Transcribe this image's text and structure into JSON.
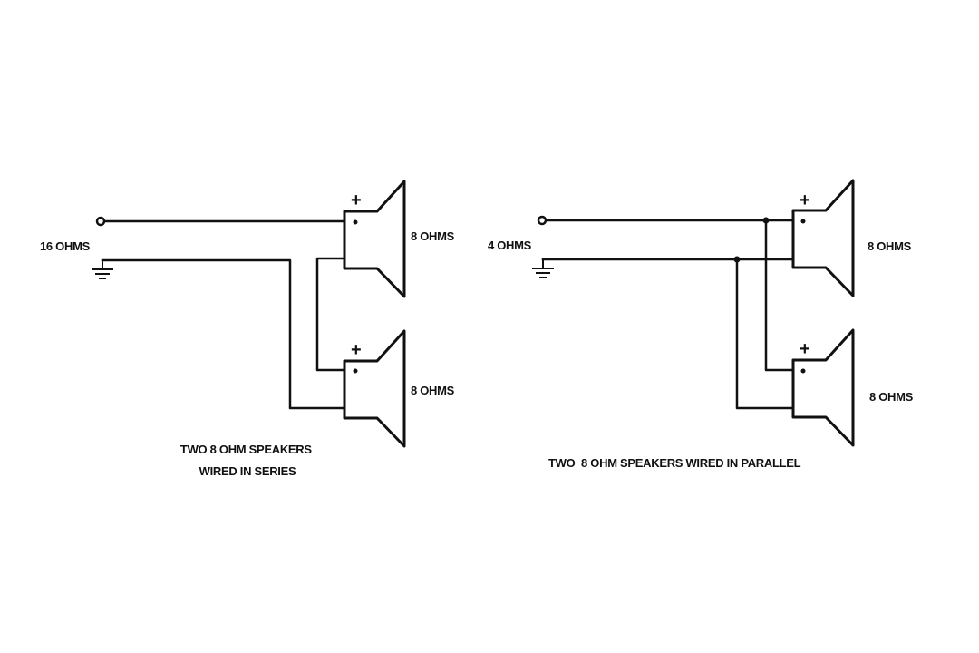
{
  "series_circuit": {
    "input_label": "16 OHMS",
    "speakers": [
      {
        "label": "8 OHMS",
        "plus": "+"
      },
      {
        "label": "8 OHMS",
        "plus": "+"
      }
    ],
    "caption_line1": "TWO 8 OHM SPEAKERS",
    "caption_line2": "WIRED IN SERIES"
  },
  "parallel_circuit": {
    "input_label": "4 OHMS",
    "speakers": [
      {
        "label": "8 OHMS",
        "plus": "+"
      },
      {
        "label": "8 OHMS",
        "plus": "+"
      }
    ],
    "caption": "TWO  8 OHM SPEAKERS WIRED IN PARALLEL"
  }
}
